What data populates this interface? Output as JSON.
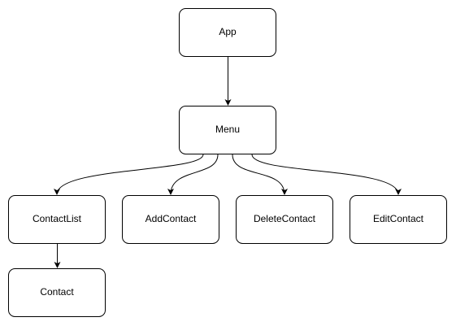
{
  "diagram": {
    "nodes": [
      {
        "id": "app",
        "label": "App"
      },
      {
        "id": "menu",
        "label": "Menu"
      },
      {
        "id": "contactlist",
        "label": "ContactList"
      },
      {
        "id": "addcontact",
        "label": "AddContact"
      },
      {
        "id": "deletecontact",
        "label": "DeleteContact"
      },
      {
        "id": "editcontact",
        "label": "EditContact"
      },
      {
        "id": "contact",
        "label": "Contact"
      }
    ],
    "edges": [
      {
        "from": "app",
        "to": "menu"
      },
      {
        "from": "menu",
        "to": "contactlist"
      },
      {
        "from": "menu",
        "to": "addcontact"
      },
      {
        "from": "menu",
        "to": "deletecontact"
      },
      {
        "from": "menu",
        "to": "editcontact"
      },
      {
        "from": "contactlist",
        "to": "contact"
      }
    ],
    "colors": {
      "box_fill": "#ffffff",
      "stroke": "#000000",
      "background": "#ffffff"
    }
  }
}
